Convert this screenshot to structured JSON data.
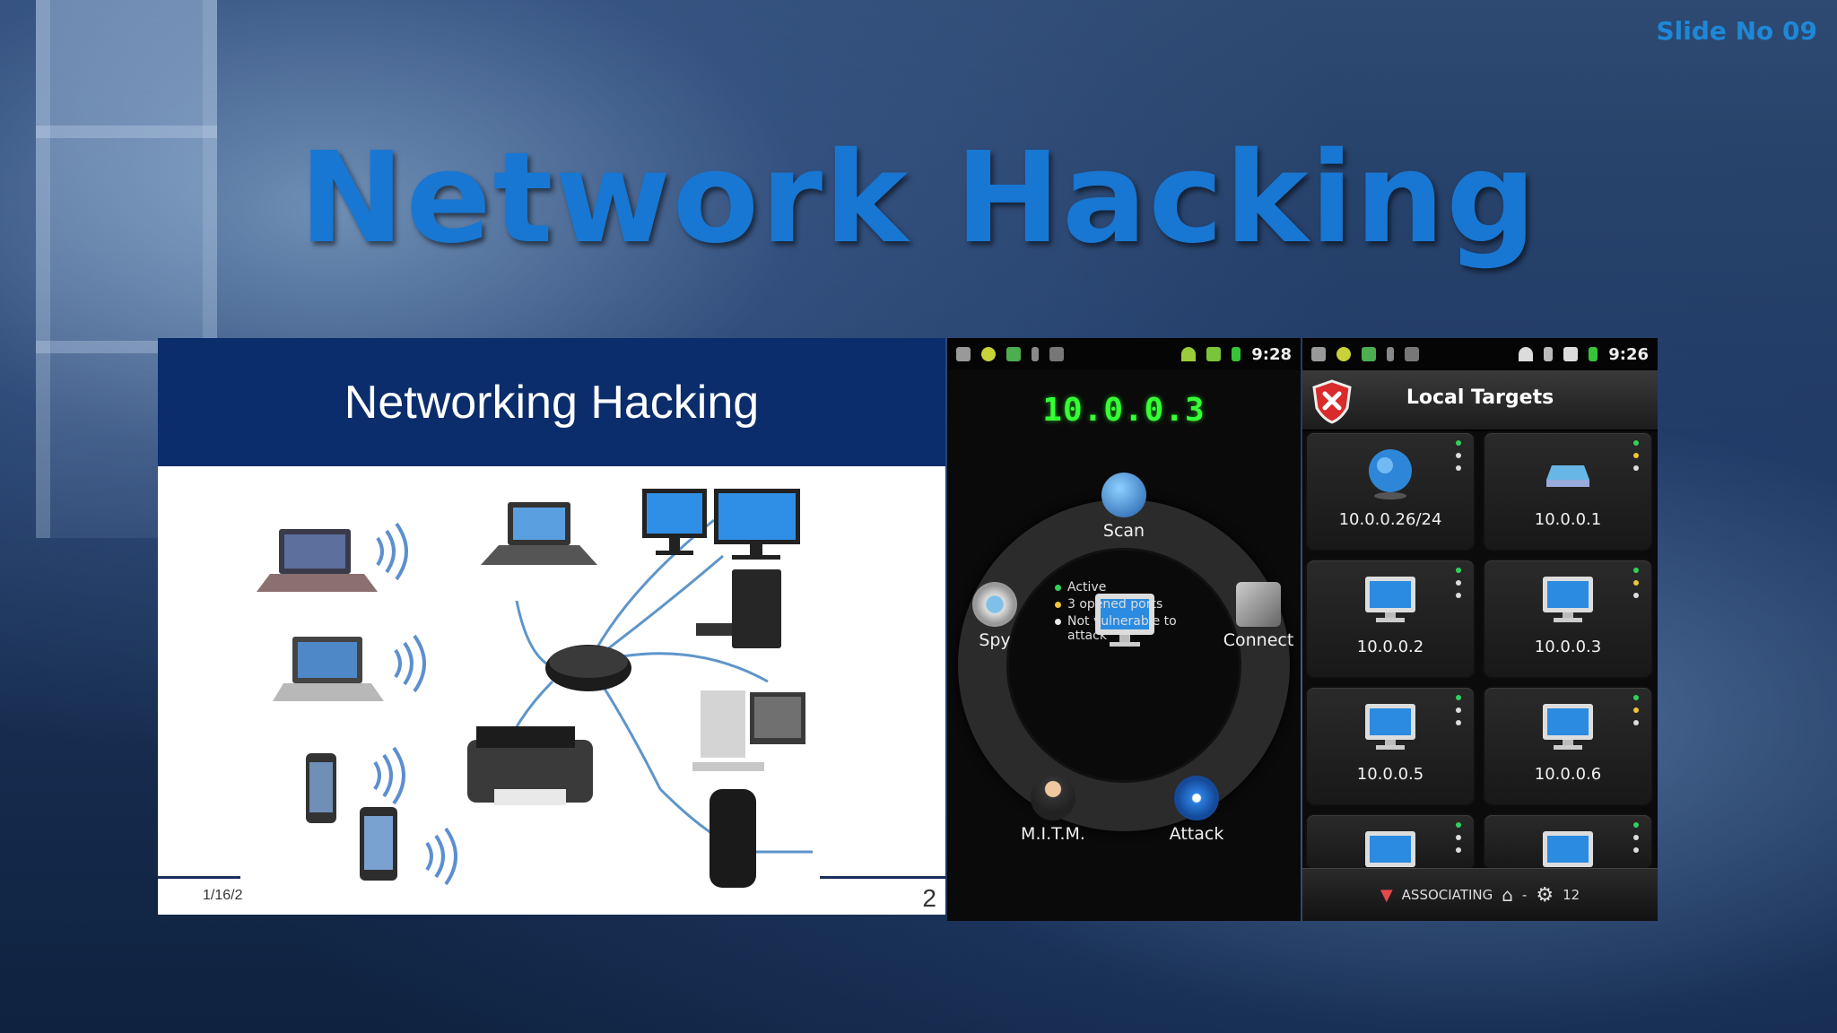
{
  "slide_number": "Slide No 09",
  "title": "Network Hacking",
  "embedded_slide": {
    "title": "Networking Hacking",
    "date": "1/16/2",
    "page": "2"
  },
  "phone1": {
    "time": "9:28",
    "target_ip": "10.0.0.3",
    "menu": {
      "scan": "Scan",
      "spy": "Spy",
      "connect": "Connect",
      "mitm": "M.I.T.M.",
      "attack": "Attack"
    },
    "status": [
      "Active",
      "3 opened ports",
      "Not vulnerable to attack"
    ],
    "status_colors": [
      "#2fd35a",
      "#f0c53b",
      "#e8e8e8"
    ]
  },
  "phone2": {
    "time": "9:26",
    "header": "Local Targets",
    "targets": [
      "10.0.0.26/24",
      "10.0.0.1",
      "10.0.0.2",
      "10.0.0.3",
      "10.0.0.5",
      "10.0.0.6"
    ],
    "bottom": {
      "status": "ASSOCIATING",
      "dash": "-",
      "count": "12"
    }
  },
  "colors": {
    "title": "#1877d2",
    "accent_green": "#35ff35",
    "slide_header": "#0b2d6b"
  }
}
